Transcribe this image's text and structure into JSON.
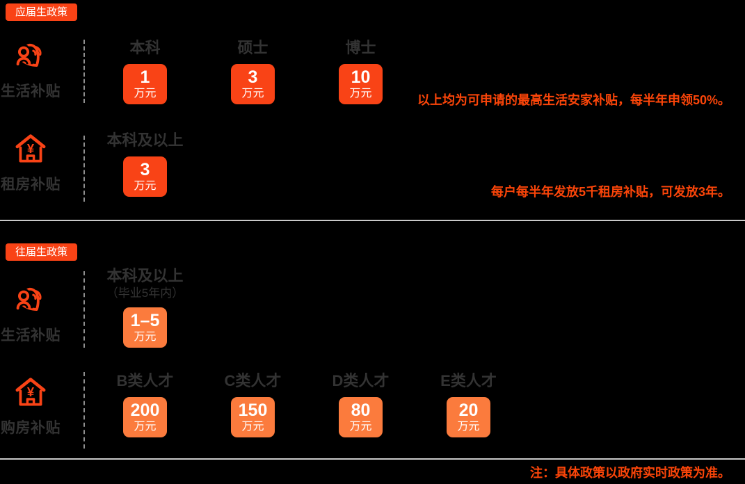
{
  "colors": {
    "background": "#000000",
    "primary": "#f94316",
    "secondary": "#fb7b3d",
    "heading_text": "#333333",
    "note_text": "#fb4509",
    "divider": "#c9c9c9",
    "dash_line": "#8f8f8f"
  },
  "sections": [
    {
      "badge": "应届生政策",
      "rows": [
        {
          "icon": "people-care-icon",
          "label": "生活补贴",
          "columns": [
            {
              "header": "本科",
              "value": "1",
              "unit": "万元"
            },
            {
              "header": "硕士",
              "value": "3",
              "unit": "万元"
            },
            {
              "header": "博士",
              "value": "10",
              "unit": "万元"
            }
          ],
          "note": "以上均为可申请的最高生活安家补贴，每半年申领50%。"
        },
        {
          "icon": "house-yuan-icon",
          "label": "租房补贴",
          "columns": [
            {
              "header": "本科及以上",
              "value": "3",
              "unit": "万元"
            }
          ],
          "note": "每户每半年发放5千租房补贴，可发放3年。"
        }
      ]
    },
    {
      "badge": "往届生政策",
      "rows": [
        {
          "icon": "people-care-icon",
          "label": "生活补贴",
          "columns": [
            {
              "header": "本科及以上",
              "subheader": "（毕业5年内）",
              "value": "1–5",
              "unit": "万元"
            }
          ]
        },
        {
          "icon": "house-yuan-icon",
          "label": "购房补贴",
          "columns": [
            {
              "header": "B类人才",
              "value": "200",
              "unit": "万元"
            },
            {
              "header": "C类人才",
              "value": "150",
              "unit": "万元"
            },
            {
              "header": "D类人才",
              "value": "80",
              "unit": "万元"
            },
            {
              "header": "E类人才",
              "value": "20",
              "unit": "万元"
            }
          ]
        }
      ]
    }
  ],
  "footer_note": "注：具体政策以政府实时政策为准。"
}
